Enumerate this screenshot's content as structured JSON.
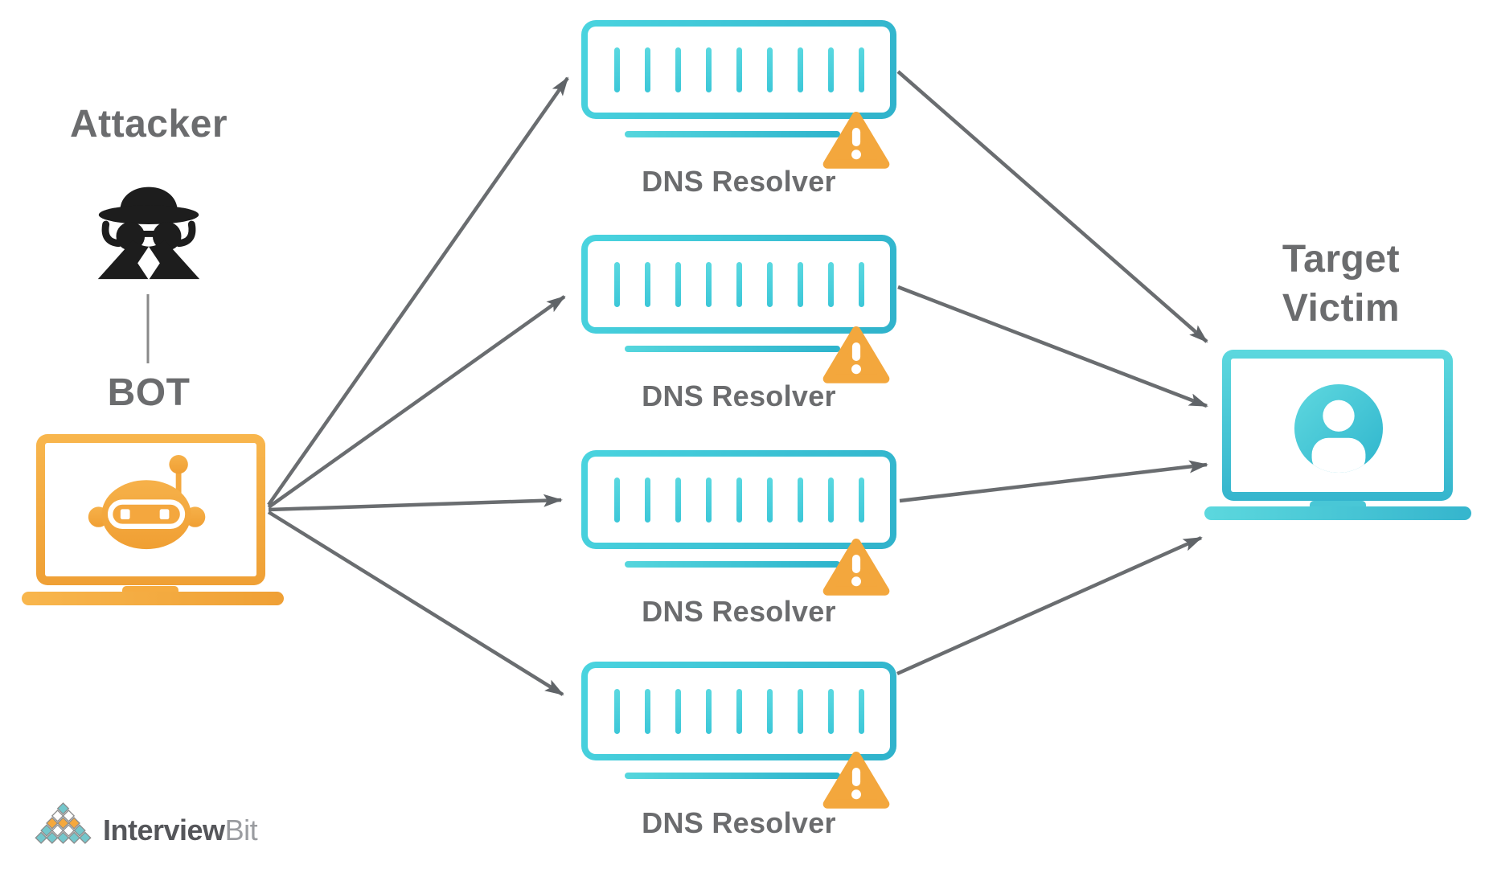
{
  "diagram": {
    "attacker": {
      "label": "Attacker"
    },
    "bot": {
      "label": "BOT"
    },
    "resolvers": [
      {
        "label": "DNS Resolver",
        "status": "warning"
      },
      {
        "label": "DNS Resolver",
        "status": "warning"
      },
      {
        "label": "DNS Resolver",
        "status": "warning"
      },
      {
        "label": "DNS Resolver",
        "status": "warning"
      }
    ],
    "target": {
      "label_line1": "Target",
      "label_line2": "Victim"
    },
    "connections": [
      {
        "from": "attacker",
        "to": "bot"
      },
      {
        "from": "bot",
        "to": "dns-resolver-1"
      },
      {
        "from": "bot",
        "to": "dns-resolver-2"
      },
      {
        "from": "bot",
        "to": "dns-resolver-3"
      },
      {
        "from": "bot",
        "to": "dns-resolver-4"
      },
      {
        "from": "dns-resolver-1",
        "to": "target-victim"
      },
      {
        "from": "dns-resolver-2",
        "to": "target-victim"
      },
      {
        "from": "dns-resolver-3",
        "to": "target-victim"
      },
      {
        "from": "dns-resolver-4",
        "to": "target-victim"
      }
    ],
    "icons": {
      "attacker": "incognito-spy-icon",
      "bot": "robot-laptop-icon",
      "resolver": "server-rack-icon",
      "resolver_status": "warning-triangle-icon",
      "target": "user-laptop-icon"
    }
  },
  "branding": {
    "logo_text_primary": "Interview",
    "logo_text_secondary": "Bit"
  },
  "colors": {
    "cyan": "#3FC8D7",
    "cyan_dark": "#2FB2CB",
    "cyan_light": "#5AD8E0",
    "orange": "#F5A73E",
    "orange_light": "#F8B84F",
    "label_gray": "#6B6C6E",
    "arrow_gray": "#6A6D70",
    "logo_teal": "#74C7CC",
    "logo_orange": "#F5A83D",
    "logo_text_dark": "#55565A",
    "logo_text_light": "#9A9CA0"
  }
}
